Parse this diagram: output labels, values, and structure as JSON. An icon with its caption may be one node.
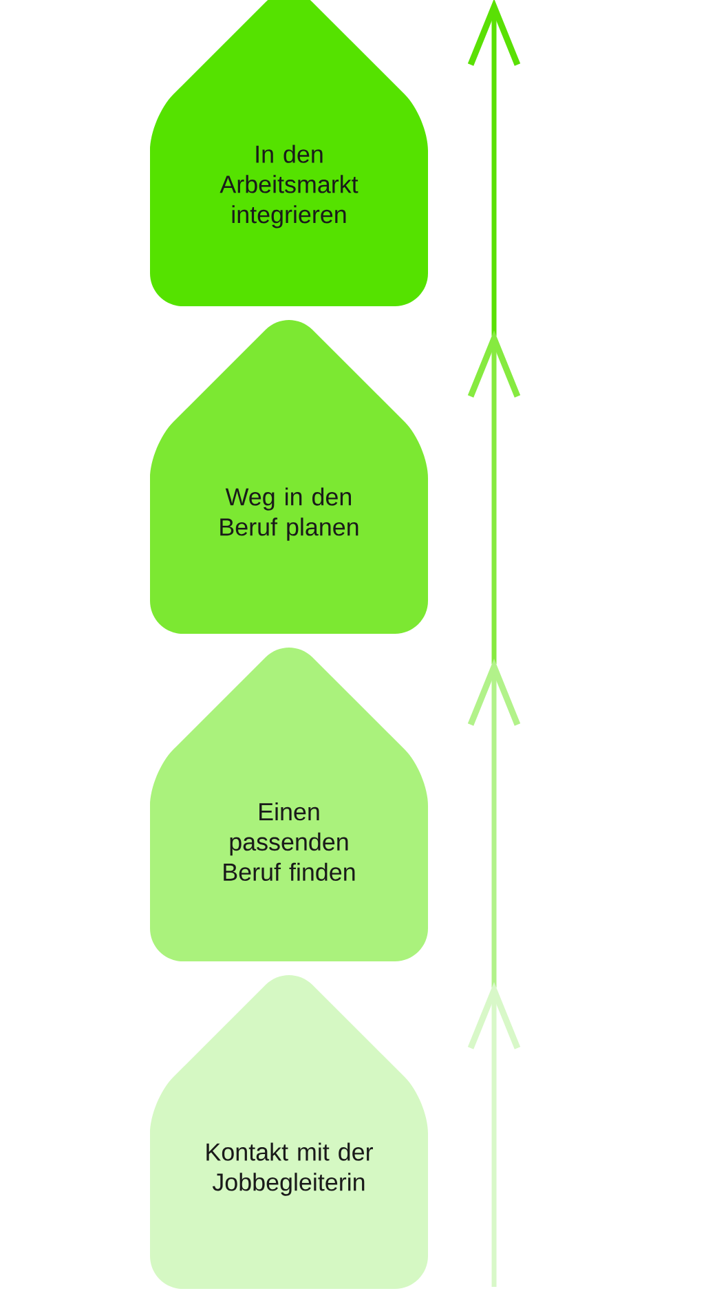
{
  "diagram": {
    "nodes": [
      {
        "text": [
          "In den Arbeitsmarkt integrieren"
        ]
      },
      {
        "text": [
          "Weg in den Beruf planen"
        ]
      },
      {
        "text": [
          "Einen passenden Beruf finden"
        ]
      },
      {
        "text": [
          "Kontakt mit der Jobbegleiterin"
        ]
      }
    ]
  }
}
